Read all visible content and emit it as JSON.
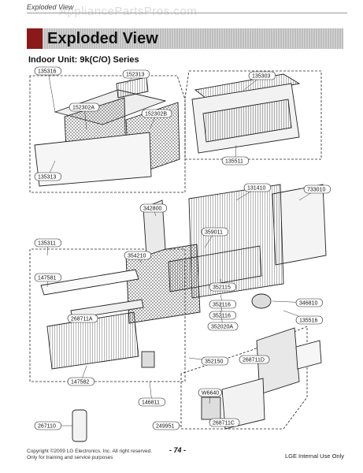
{
  "header": {
    "section_label": "Exploded View",
    "title": "Exploded View",
    "subtitle": "Indoor Unit: 9k(C/O) Series",
    "watermark": "AppliancePartsPros.com"
  },
  "parts": [
    "135316",
    "152313",
    "135303",
    "152302A",
    "152302B",
    "135511",
    "135313",
    "131410",
    "733010",
    "342800",
    "359011",
    "135311",
    "354210",
    "147581",
    "352115",
    "352116",
    "352116",
    "352020A",
    "268711A",
    "346810",
    "135516",
    "268711D",
    "352150",
    "147582",
    "146811",
    "W6640",
    "268711C",
    "267110",
    "249951"
  ],
  "footer": {
    "copyright": "Copyright ©2009 LG Electronics, Inc. All right reserved.",
    "usage": "Only for training and service purposes",
    "page": "- 74 -",
    "internal": "LGE Internal Use Only"
  }
}
